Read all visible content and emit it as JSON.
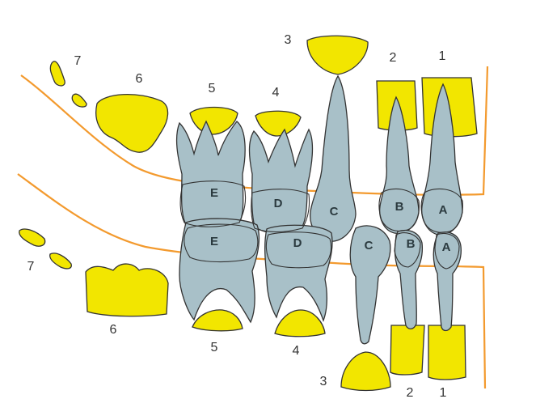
{
  "colors": {
    "permanent_tooth": "#f2e600",
    "primary_tooth": "#a8c0c8",
    "gum_line": "#f39a2e",
    "outline": "#333333"
  },
  "upper": {
    "permanent_labels": [
      "1",
      "2",
      "3",
      "4",
      "5",
      "6",
      "7"
    ],
    "primary_labels": [
      "A",
      "B",
      "C",
      "D",
      "E"
    ]
  },
  "lower": {
    "permanent_labels": [
      "1",
      "2",
      "3",
      "4",
      "5",
      "6",
      "7"
    ],
    "primary_labels": [
      "A",
      "B",
      "C",
      "D",
      "E"
    ]
  }
}
